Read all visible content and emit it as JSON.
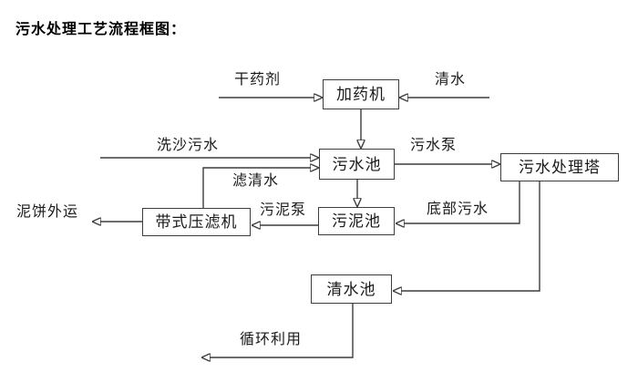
{
  "title": "污水处理工艺流程框图：",
  "nodes": {
    "dosing_machine": "加药机",
    "sewage_pool": "污水池",
    "treatment_tower": "污水处理塔",
    "belt_filter_press": "带式压滤机",
    "sludge_pool": "污泥池",
    "clean_water_pool": "清水池"
  },
  "flow_labels": {
    "dry_agent": "干药剂",
    "clean_water": "清水",
    "sand_washing_sewage": "洗沙污水",
    "filtered_water": "滤清水",
    "sewage_pump": "污水泵",
    "sludge_pump": "污泥泵",
    "bottom_sewage": "底部污水",
    "mud_cake_outbound": "泥饼外运",
    "recycling": "循环利用"
  },
  "colors": {
    "background": "#ffffff",
    "line": "#3d3d3d",
    "text": "#1a1a1a"
  }
}
